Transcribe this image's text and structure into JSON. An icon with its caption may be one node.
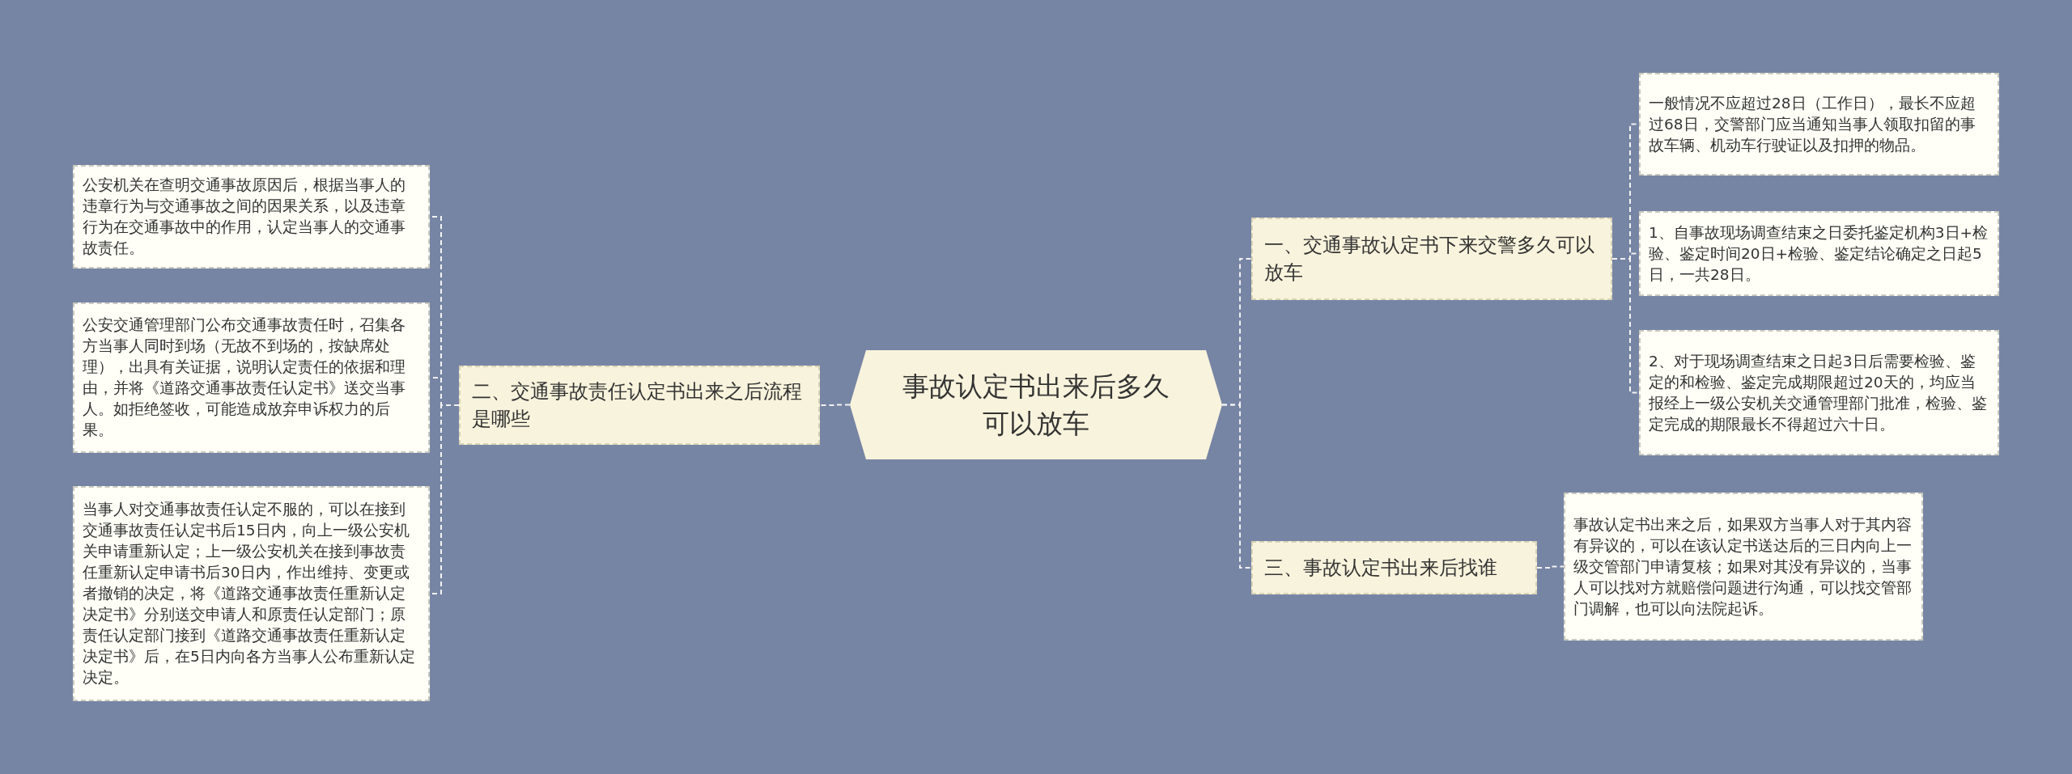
{
  "diagram": {
    "nodes": [
      {
        "text": [
          "事故认定书出来后多久可以放车"
        ]
      },
      {
        "text": [
          "二、交通事故责任认定书出来之后流程是哪些"
        ]
      },
      {
        "text": [
          "公安机关在查明交通事故原因后，根据当事人的违章行为与交通事故之间的因果关系，以及违章行为在交通事故中的作用，认定当事人的交通事故责任。"
        ]
      },
      {
        "text": [
          "公安交通管理部门公布交通事故责任时，召集各方当事人同时到场（无故不到场的，按缺席处理），出具有关证据，说明认定责任的依据和理由，并将《道路交通事故责任认定书》送交当事人。如拒绝签收，可能造成放弃申诉权力的后果。"
        ]
      },
      {
        "text": [
          "当事人对交通事故责任认定不服的，可以在接到交通事故责任认定书后15日内，向上一级公安机关申请重新认定；上一级公安机关在接到事故责任重新认定申请书后30日内，作出维持、变更或者撤销的决定，将《道路交通事故责任重新认定决定书》分别送交申请人和原责任认定部门；原责任认定部门接到《道路交通事故责任重新认定决定书》后，在5日内向各方当事人公布重新认定决定。"
        ]
      },
      {
        "text": [
          "一、交通事故认定书下来交警多久可以放车"
        ]
      },
      {
        "text": [
          "一般情况不应超过28日（工作日），最长不应超过68日，交警部门应当通知当事人领取扣留的事故车辆、机动车行驶证以及扣押的物品。"
        ]
      },
      {
        "text": [
          "1、自事故现场调查结束之日委托鉴定机构3日+检验、鉴定时间20日+检验、鉴定结论确定之日起5日，一共28日。"
        ]
      },
      {
        "text": [
          "2、对于现场调查结束之日起3日后需要检验、鉴定的和检验、鉴定完成期限超过20天的，均应当报经上一级公安机关交通管理部门批准，检验、鉴定完成的期限最长不得超过六十日。"
        ]
      },
      {
        "text": [
          "三、事故认定书出来后找谁"
        ]
      },
      {
        "text": [
          "事故认定书出来之后，如果双方当事人对于其内容有异议的，可以在该认定书送达后的三日内向上一级交管部门申请复核；如果对其没有异议的，当事人可以找对方就赔偿问题进行沟通，可以找交管部门调解，也可以向法院起诉。"
        ]
      }
    ],
    "edges": [
      {
        "from": 0,
        "to": 1,
        "arrow": "none",
        "style": "dashed"
      },
      {
        "from": 1,
        "to": 2,
        "arrow": "none",
        "style": "dashed"
      },
      {
        "from": 1,
        "to": 3,
        "arrow": "none",
        "style": "dashed"
      },
      {
        "from": 1,
        "to": 4,
        "arrow": "none",
        "style": "dashed"
      },
      {
        "from": 0,
        "to": 5,
        "arrow": "none",
        "style": "dashed"
      },
      {
        "from": 5,
        "to": 6,
        "arrow": "none",
        "style": "dashed"
      },
      {
        "from": 5,
        "to": 7,
        "arrow": "none",
        "style": "dashed"
      },
      {
        "from": 5,
        "to": 8,
        "arrow": "none",
        "style": "dashed"
      },
      {
        "from": 0,
        "to": 9,
        "arrow": "none",
        "style": "dashed"
      },
      {
        "from": 9,
        "to": 10,
        "arrow": "none",
        "style": "dashed"
      }
    ]
  }
}
